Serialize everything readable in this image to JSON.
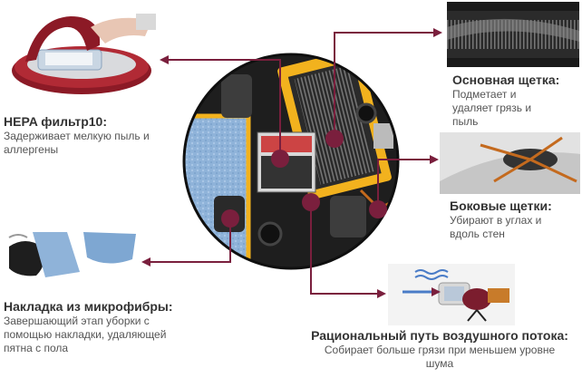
{
  "colors": {
    "accent": "#7a1f3d",
    "mop": "#8fb3d9",
    "frame": "#f2b21e",
    "body": "#1e1e1e"
  },
  "features": {
    "hepa": {
      "title": "HEPA фильтр10:",
      "desc": [
        "Задерживает мелкую пыль и",
        "аллергены"
      ],
      "icon": "hepa-filter-photo"
    },
    "main_brush": {
      "title": "Основная щетка:",
      "desc": [
        "Подметает и",
        "удаляет грязь и",
        "пыль"
      ],
      "icon": "main-brush-photo"
    },
    "side_brush": {
      "title": "Боковые щетки:",
      "desc": [
        "Убирают в углах и",
        "вдоль стен"
      ],
      "icon": "side-brush-photo"
    },
    "microfiber": {
      "title": "Накладка из микрофибры:",
      "desc": [
        "Завершающий этап уборки с",
        "помощью накладки, удаляющей",
        "пятна с пола"
      ],
      "icon": "microfiber-pad-photo"
    },
    "airflow": {
      "title": "Рациональный путь воздушного потока:",
      "desc": [
        "Собирает больше грязи при меньшем уровне",
        "шума"
      ],
      "icon": "airflow-photo"
    }
  }
}
